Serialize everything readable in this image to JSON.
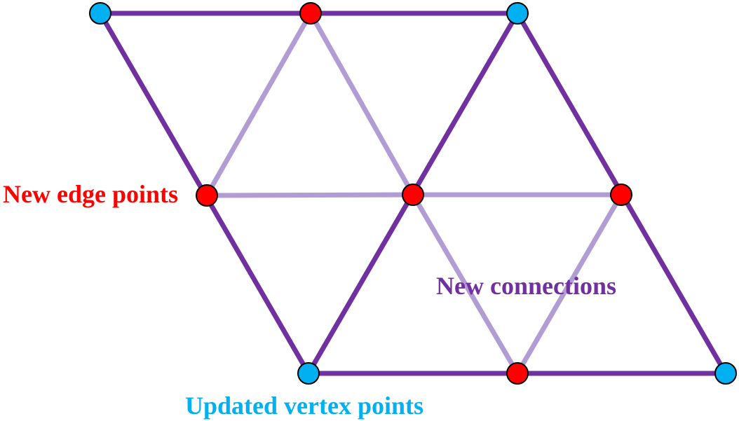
{
  "colors": {
    "background": "#ffffff",
    "original_edge": "#7030a0",
    "new_connection": "#b19cd4",
    "edge_point": "#ff0000",
    "vertex_point": "#00b0f0",
    "outline": "#000000"
  },
  "labels": {
    "edge_points": "New edge points",
    "connections": "New connections",
    "vertex_points": "Updated vertex points"
  },
  "legend": {
    "edge_points_color": "#ff0000",
    "connections_color": "#7030a0",
    "vertex_points_color": "#00b0f0"
  }
}
